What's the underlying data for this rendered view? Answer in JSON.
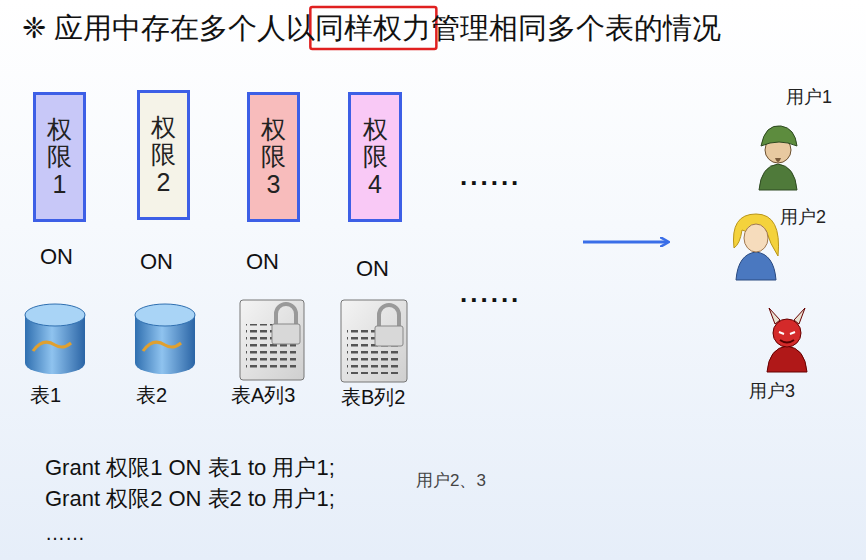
{
  "diagram": {
    "title": "❈ 应用中存在多个人以同样权力管理相同多个表的情况",
    "nodes": [
      {
        "text": [
          "权限1"
        ]
      },
      {
        "text": [
          "权限2"
        ]
      },
      {
        "text": [
          "权限3"
        ]
      },
      {
        "text": [
          "权限4"
        ]
      }
    ],
    "labels": [
      "ON",
      "ON",
      "ON",
      "ON",
      "......",
      "......",
      "表1",
      "表2",
      "表A列3",
      "表B列2",
      "用户1",
      "用户2",
      "用户3",
      "Grant 权限1 ON 表1 to 用户1;",
      "Grant 权限2 ON 表2 to 用户1;",
      "……",
      "用户2、3"
    ]
  }
}
